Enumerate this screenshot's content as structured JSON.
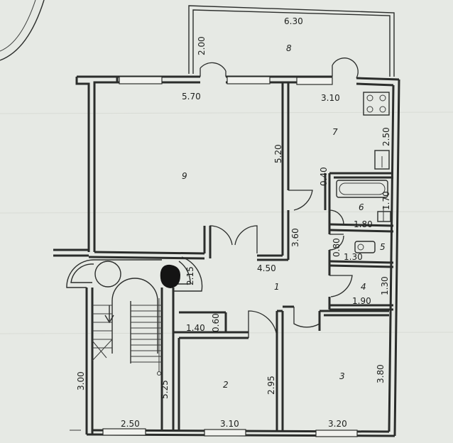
{
  "colors": {
    "paper": "#e6e9e4",
    "ink": "#2b2d2b",
    "redaction": "#141414"
  },
  "rooms": {
    "r1": "1",
    "r2": "2",
    "r3": "3",
    "r4": "4",
    "r5": "5",
    "r6": "6",
    "r7": "7",
    "r8": "8",
    "r9": "9"
  },
  "dimensions": {
    "d_630": "6.30",
    "d_200": "2.00",
    "d_570": "5.70",
    "d_310_kitchen": "3.10",
    "d_250_kitchen": "2.50",
    "d_520": "5.20",
    "d_040": "0.40",
    "d_170": "1.70",
    "d_180": "1.80",
    "d_360": "3.60",
    "d_080": "0.80",
    "d_130_wc": "1.30",
    "d_450": "4.50",
    "d_215": "2.15",
    "d_130_closet": "1.30",
    "d_190": "1.90",
    "d_140": "1.40",
    "d_060": "0.60",
    "d_300": "3.00",
    "d_525": "5.25",
    "d_295": "2.95",
    "d_380": "3.80",
    "d_250_stair": "2.50",
    "d_310_room2": "3.10",
    "d_320": "3.20"
  }
}
